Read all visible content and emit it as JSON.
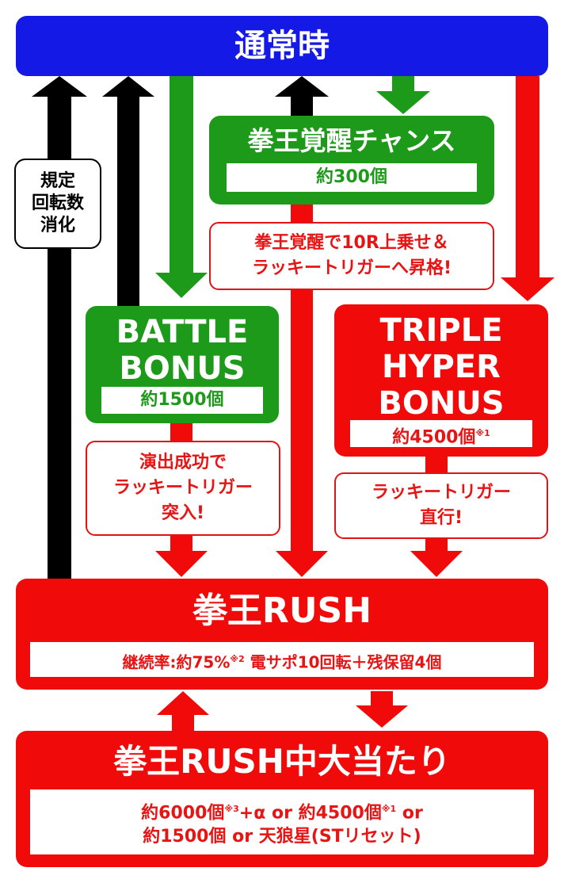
{
  "normal": {
    "title": "通常時"
  },
  "spin_note": {
    "lines": [
      "規定",
      "回転数",
      "消化"
    ]
  },
  "awakening": {
    "title": "拳王覚醒チャンス",
    "payout": "約300個"
  },
  "awakening_note": {
    "lines": [
      "拳王覚醒で10R上乗せ＆",
      "ラッキートリガーへ昇格!"
    ]
  },
  "battle": {
    "title_lines": [
      "BATTLE",
      "BONUS"
    ],
    "payout": "約1500個"
  },
  "battle_note": {
    "lines": [
      "演出成功で",
      "ラッキートリガー",
      "突入!"
    ]
  },
  "triple": {
    "title_lines": [
      "TRIPLE",
      "HYPER",
      "BONUS"
    ],
    "payout": "約4500個",
    "payout_mark": "※1"
  },
  "triple_note": {
    "lines": [
      "ラッキートリガー",
      "直行!"
    ]
  },
  "rush": {
    "title": "拳王RUSH",
    "detail_prefix": "継続率:約75",
    "detail_pct": "%",
    "detail_mark": "※2",
    "detail_suffix": " 電サポ10回転＋残保留4個"
  },
  "rush_hit": {
    "title": "拳王RUSH中大当たり",
    "line1_a": "約6000個",
    "line1_mark_a": "※3",
    "line1_b": "+α or 約4500個",
    "line1_mark_b": "※1",
    "line1_c": " or",
    "line2": "約1500個 or 天狼星(STリセット)"
  },
  "colors": {
    "blue": "#1419e6",
    "green": "#1e9a1a",
    "red": "#f00a0a",
    "black": "#000000"
  }
}
